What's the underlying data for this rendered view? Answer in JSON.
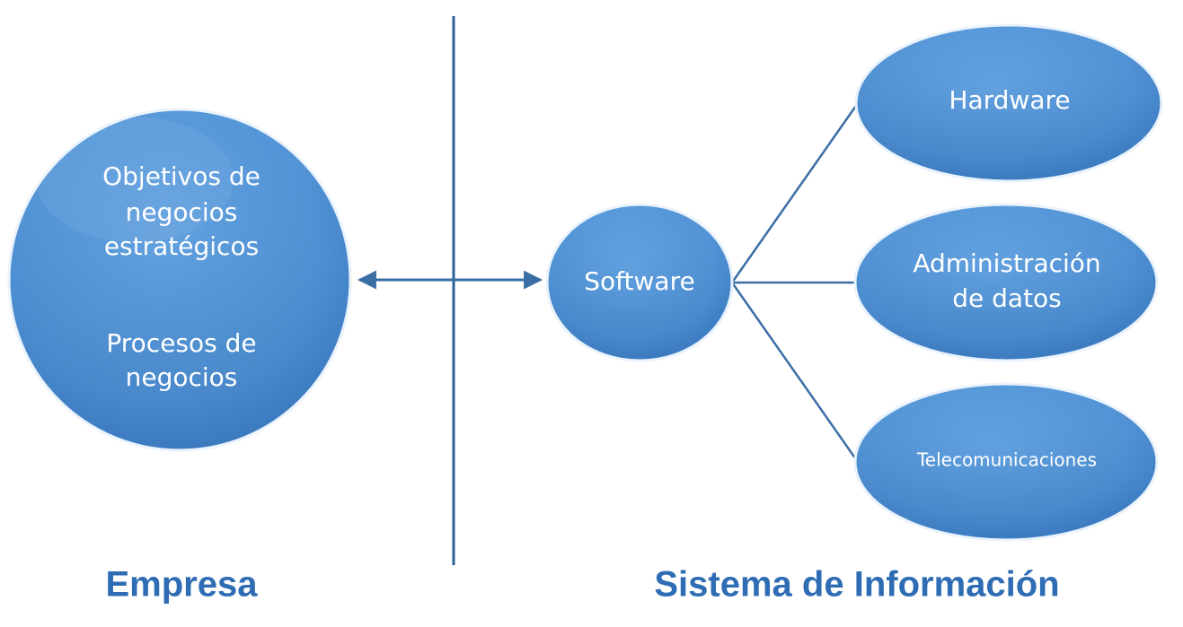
{
  "colors": {
    "node_fill": "#5d9ee0",
    "node_fill_dark": "#3f7fc6",
    "node_highlight": "#ffffff",
    "connector": "#3a6ea5",
    "divider": "#2e5f9a",
    "label": "#2e6db4",
    "node_text": "#ffffff"
  },
  "empresa": {
    "node_lines_top": [
      "Objetivos de",
      "negocios",
      "estratégicos"
    ],
    "node_lines_bottom": [
      "Procesos de",
      "negocios"
    ],
    "section_label": "Empresa"
  },
  "sistema": {
    "section_label": "Sistema de Información",
    "hub": "Software",
    "components": [
      {
        "name": "hardware",
        "lines": [
          "Hardware"
        ]
      },
      {
        "name": "data-management",
        "lines": [
          "Administración",
          "de datos"
        ]
      },
      {
        "name": "telecommunications",
        "lines": [
          "Telecomunicaciones"
        ]
      }
    ]
  }
}
